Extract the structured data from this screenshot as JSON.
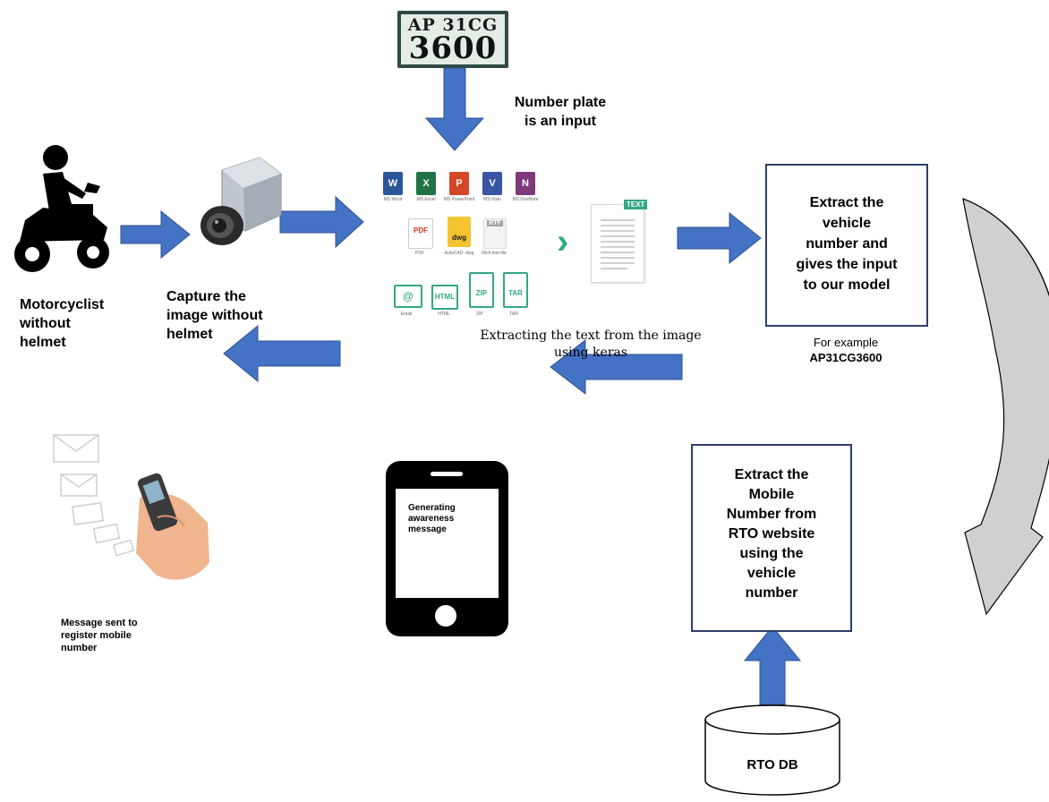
{
  "plate": {
    "line1": "AP 31CG",
    "line2": "3600"
  },
  "input_caption": "Number plate\nis an input",
  "motorcyclist_label": "Motorcyclist\nwithout\nhelmet",
  "capture_label": "Capture the\nimage without\nhelmet",
  "extract_text_caption": "Extracting the text from the image\nusing keras",
  "extract_vehicle_box": "Extract the\nvehicle\nnumber and\ngives the input\nto our model",
  "example": {
    "prefix": "For example",
    "value": "AP31CG3600"
  },
  "extract_mobile_box": "Extract the\nMobile\nNumber from\nRTO website\nusing the\nvehicle\nnumber",
  "phone_screen_text": "Generating\nawareness\nmessage",
  "message_sent_caption": "Message sent to\nregister mobile\nnumber",
  "database_label": "RTO DB",
  "file_icons": [
    {
      "letter": "W",
      "caption": "MS Word",
      "color": "#2b579a"
    },
    {
      "letter": "X",
      "caption": "MS Excel",
      "color": "#217346"
    },
    {
      "letter": "P",
      "caption": "MS PowerPoint",
      "color": "#d24726"
    },
    {
      "letter": "V",
      "caption": "MS Visio",
      "color": "#3955a3"
    },
    {
      "letter": "N",
      "caption": "MS OneNote",
      "color": "#80397b"
    },
    {
      "letter": "PDF",
      "caption": "PDF",
      "color": "#d9321f"
    },
    {
      "letter": "dwg",
      "caption": "AutoCAD .dwg",
      "color": "#2c6b8f"
    },
    {
      "letter": "RTF",
      "caption": "Rich text file",
      "color": "#9aa7ad"
    },
    {
      "letter": "@",
      "caption": "Email",
      "color": "#34a784"
    },
    {
      "letter": "HTML",
      "caption": "HTML",
      "color": "#34a784"
    },
    {
      "letter": "ZIP",
      "caption": "ZIP",
      "color": "#34a784"
    },
    {
      "letter": "TAR",
      "caption": "TAR",
      "color": "#34a784"
    }
  ],
  "text_doc_badge": "TEXT",
  "colors": {
    "arrow": "#4472c4",
    "arrow_border": "#2f528f",
    "box_border": "#2c3e6b",
    "curved_arrow": "#d0d0d0"
  }
}
